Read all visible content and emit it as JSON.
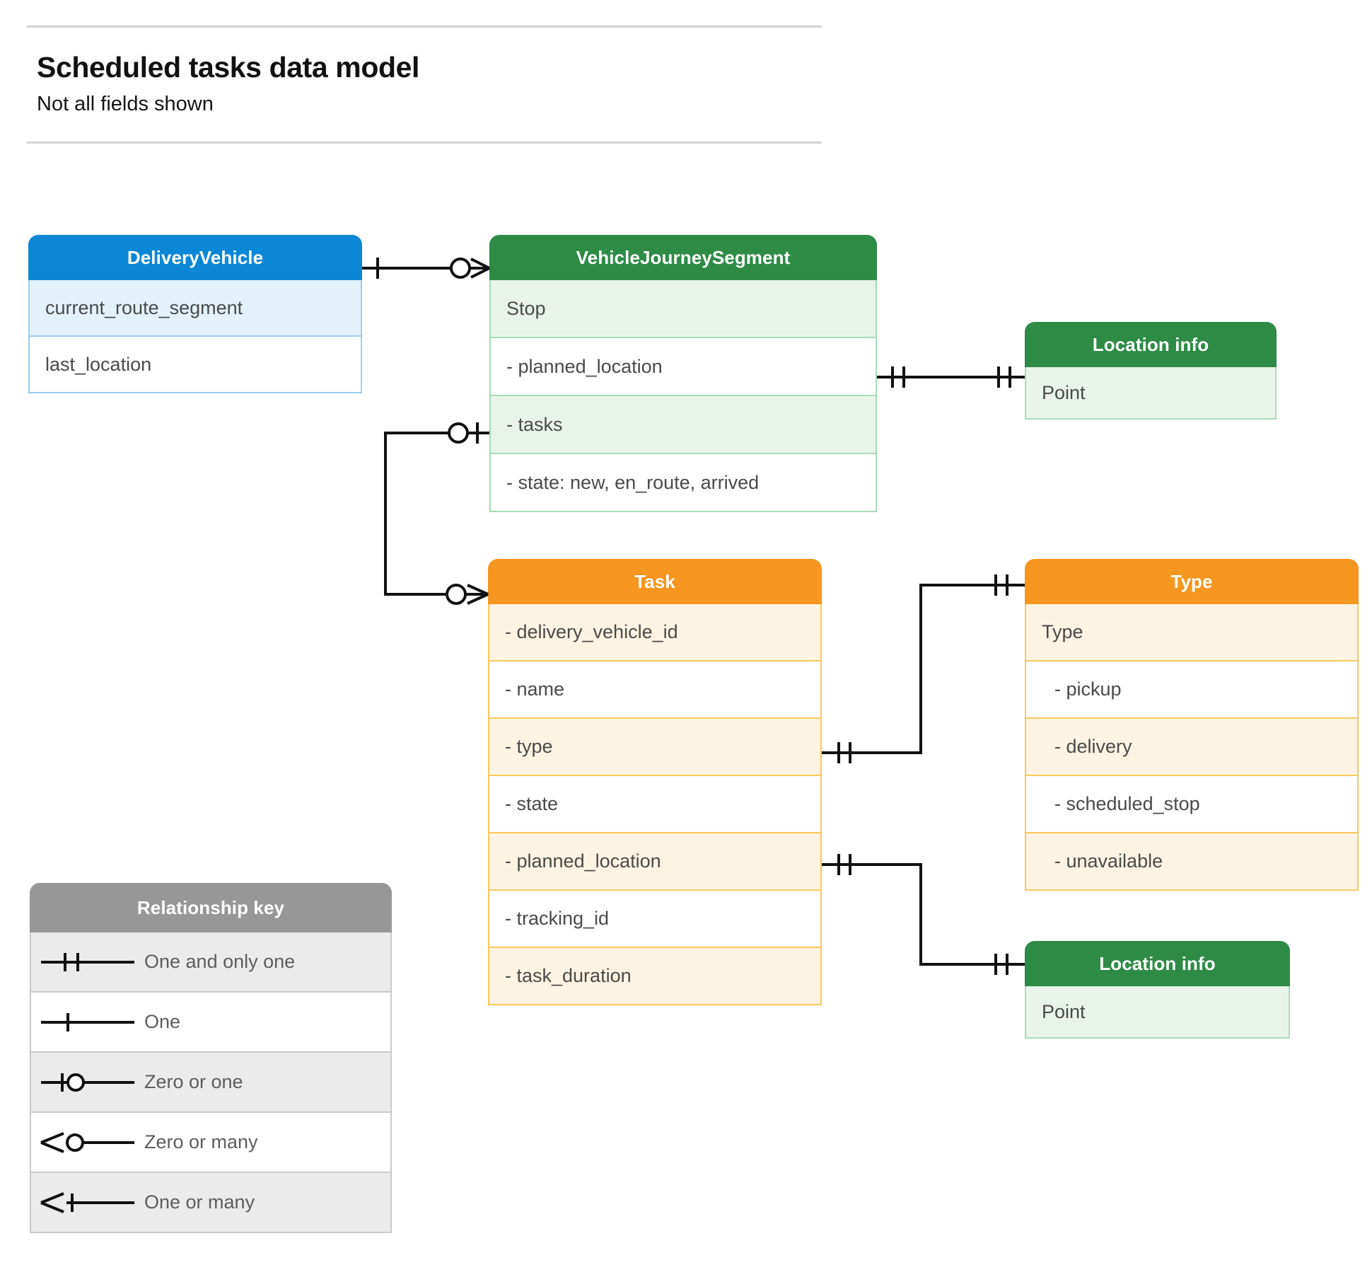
{
  "header": {
    "title": "Scheduled tasks data model",
    "subtitle": "Not all fields shown"
  },
  "colors": {
    "blue_header": "#0b87d6",
    "blue_row_alt": "#e3f1fb",
    "blue_border": "#9ccef0",
    "green_header": "#2e8b46",
    "green_row_alt": "#e8f4ea",
    "green_border": "#a8dcb6",
    "orange_header": "#f6951f",
    "orange_row_alt": "#fdf3e2",
    "orange_border": "#fcc85c",
    "gray_header": "#979797",
    "gray_row_alt": "#ebebeb",
    "gray_border": "#c9c9c9",
    "connector": "#111111"
  },
  "entities": {
    "delivery_vehicle": {
      "title": "DeliveryVehicle",
      "rows": [
        {
          "label": "current_route_segment"
        },
        {
          "label": "last_location"
        }
      ]
    },
    "vehicle_journey_segment": {
      "title": "VehicleJourneySegment",
      "rows": [
        {
          "label": "Stop"
        },
        {
          "label": "-  planned_location"
        },
        {
          "label": "- tasks"
        },
        {
          "label": "- state: new, en_route, arrived"
        }
      ]
    },
    "location_info_top": {
      "title": "Location info",
      "rows": [
        {
          "label": "Point"
        }
      ]
    },
    "location_info_bottom": {
      "title": "Location info",
      "rows": [
        {
          "label": "Point"
        }
      ]
    },
    "task": {
      "title": "Task",
      "rows": [
        {
          "label": "- delivery_vehicle_id"
        },
        {
          "label": "- name"
        },
        {
          "label": "- type"
        },
        {
          "label": "- state"
        },
        {
          "label": "- planned_location"
        },
        {
          "label": "- tracking_id"
        },
        {
          "label": "- task_duration"
        }
      ]
    },
    "type": {
      "title": "Type",
      "rows": [
        {
          "label": "Type"
        },
        {
          "label": "-   pickup"
        },
        {
          "label": "-   delivery"
        },
        {
          "label": "-   scheduled_stop"
        },
        {
          "label": "-   unavailable"
        }
      ]
    }
  },
  "legend": {
    "title": "Relationship key",
    "items": [
      {
        "symbol": "one-and-only-one",
        "label": "One and only one"
      },
      {
        "symbol": "one",
        "label": "One"
      },
      {
        "symbol": "zero-or-one",
        "label": "Zero or one"
      },
      {
        "symbol": "zero-or-many",
        "label": "Zero or many"
      },
      {
        "symbol": "one-or-many",
        "label": "One or many"
      }
    ]
  },
  "relationships": [
    {
      "from": "DeliveryVehicle",
      "to": "VehicleJourneySegment",
      "from_cardinality": "One",
      "to_cardinality": "Zero or many"
    },
    {
      "from": "VehicleJourneySegment.planned_location",
      "to": "Location info",
      "from_cardinality": "One and only one",
      "to_cardinality": "One and only one"
    },
    {
      "from": "VehicleJourneySegment.tasks",
      "to": "Task",
      "from_cardinality": "Zero or one",
      "to_cardinality": "Zero or many"
    },
    {
      "from": "Task.type",
      "to": "Type",
      "from_cardinality": "One and only one",
      "to_cardinality": "One and only one"
    },
    {
      "from": "Task.planned_location",
      "to": "Location info",
      "from_cardinality": "One and only one",
      "to_cardinality": "One and only one"
    }
  ]
}
